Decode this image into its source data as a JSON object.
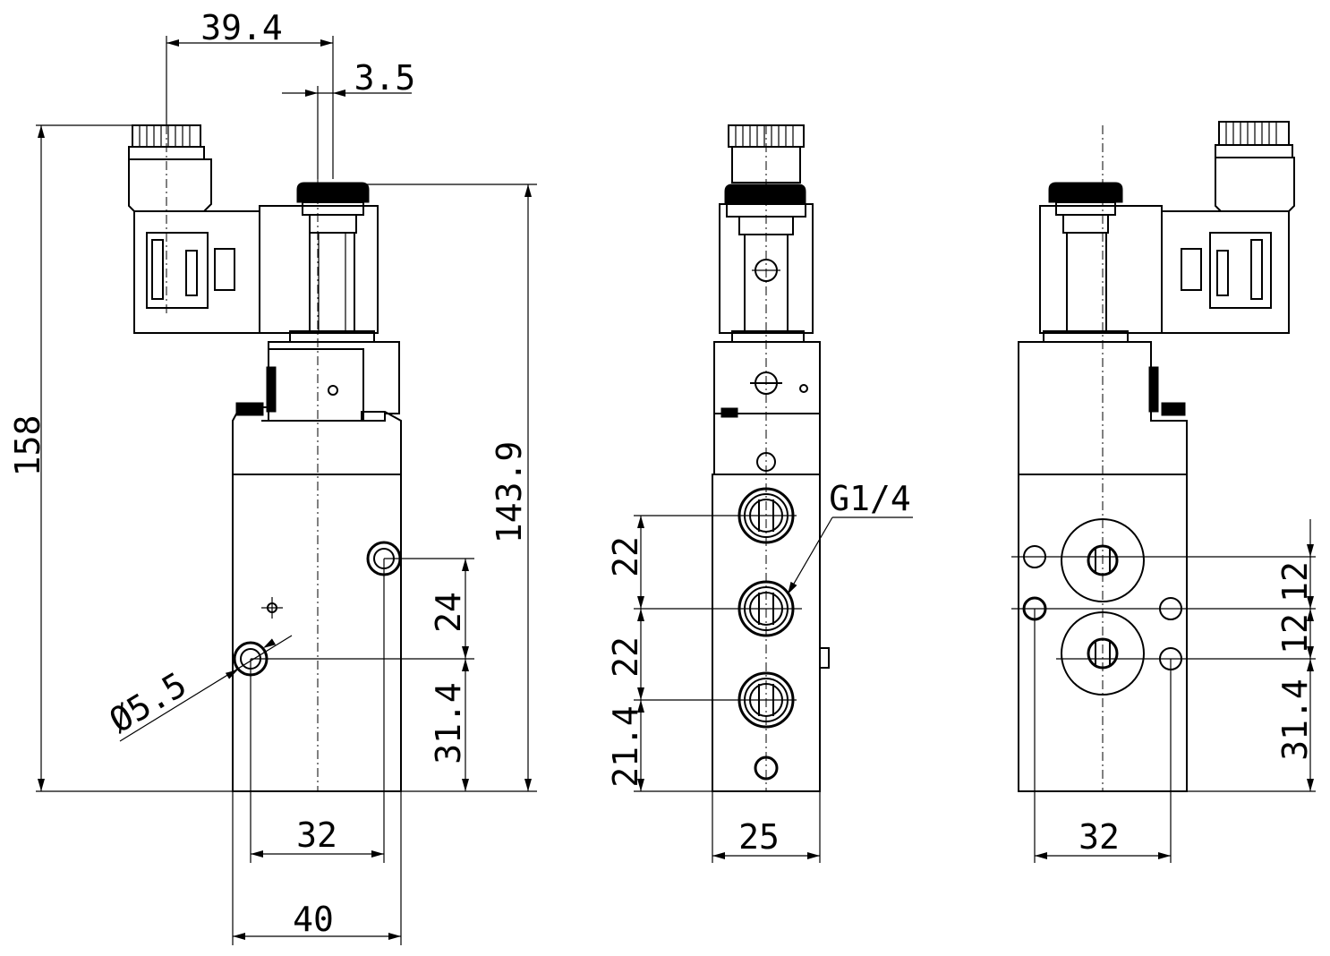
{
  "views": {
    "side": {
      "dims": {
        "coil_offset": "39.4",
        "stem_offset": "3.5",
        "total_height": "158",
        "to_top": "143.9",
        "hole_dia": "Ø5.5",
        "hole_pitch": "24",
        "hole_bottom": "31.4",
        "hole_spacing": "32",
        "width": "40"
      }
    },
    "front": {
      "dims": {
        "port_pitch_1": "22",
        "port_pitch_2": "22",
        "port_bottom": "21.4",
        "width": "25",
        "port_thread": "G1/4"
      }
    },
    "back": {
      "dims": {
        "pitch_top": "12",
        "pitch_bottom": "12",
        "bottom": "31.4",
        "hole_spacing": "32"
      }
    }
  }
}
